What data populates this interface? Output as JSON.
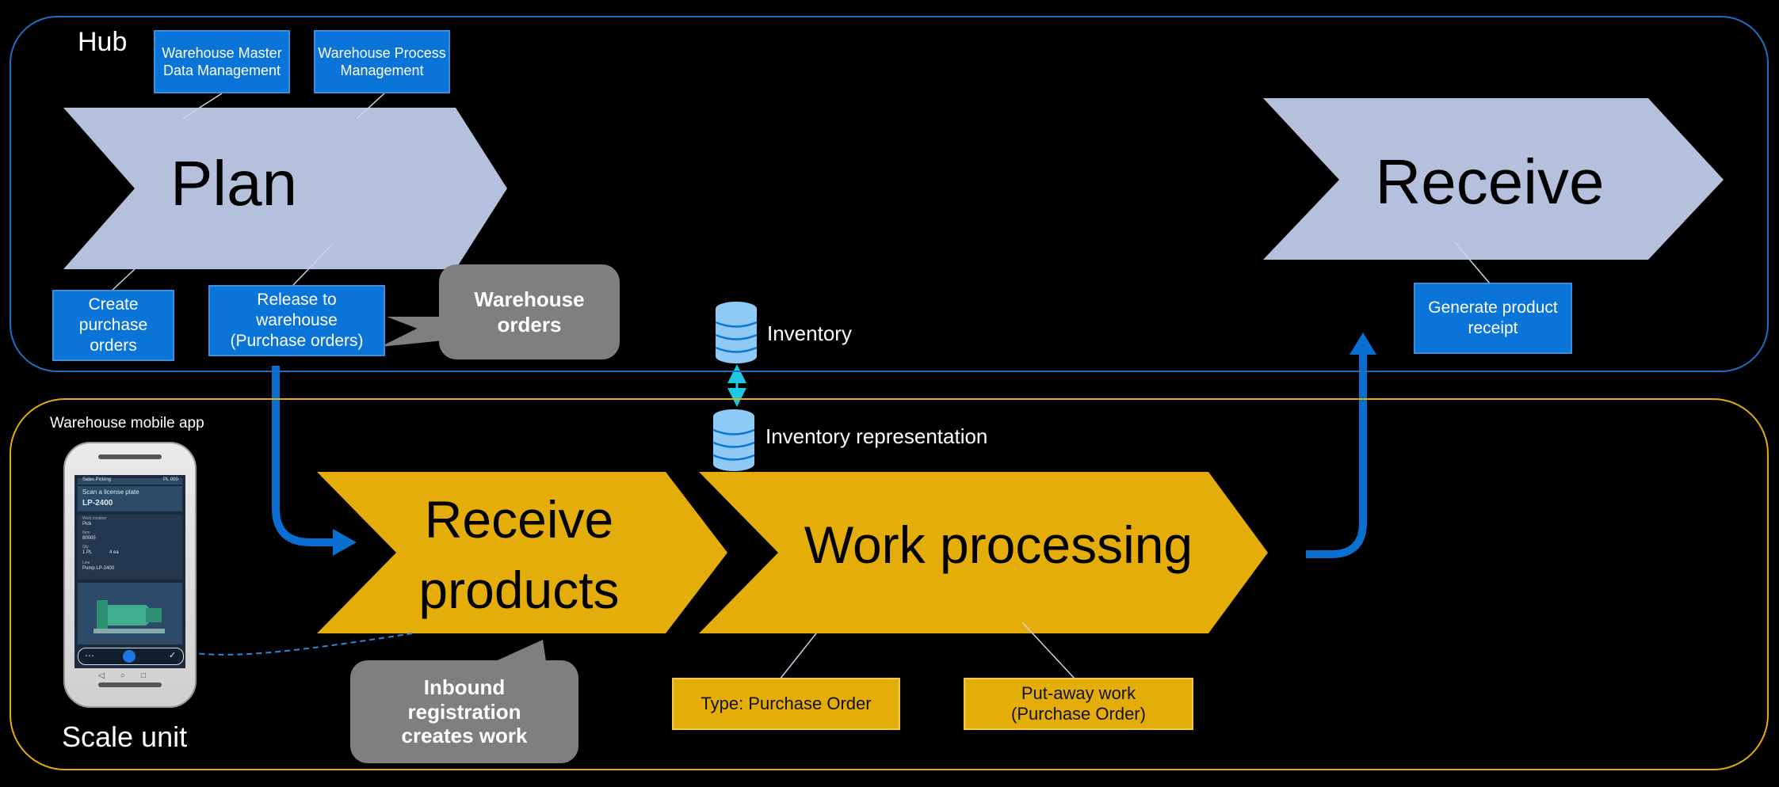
{
  "hub": {
    "title": "Hub",
    "top_boxes": [
      "Warehouse Master Data Management",
      "Warehouse Process Management"
    ],
    "plan_label": "Plan",
    "receive_label": "Receive",
    "create_po": "Create purchase orders",
    "release": "Release to warehouse (Purchase orders)",
    "warehouse_orders": "Warehouse orders",
    "generate_receipt": "Generate product receipt"
  },
  "center": {
    "inventory": "Inventory",
    "inventory_representation": "Inventory representation"
  },
  "scale_unit": {
    "title": "Scale unit",
    "mobile_app_label": "Warehouse mobile app",
    "receive_products": "Receive products",
    "work_processing": "Work processing",
    "inbound_callout": "Inbound registration creates work",
    "type_box": "Type: Purchase Order",
    "putaway_box": "Put-away work (Purchase Order)"
  },
  "phone": {
    "header": "Sales Picking",
    "header_right": "PL 000",
    "scan_label": "Scan a license plate",
    "lp_value": "LP-2400",
    "field1_label": "Work location",
    "field1_value": "Pick",
    "field2_label": "Item",
    "field2_value": "80005",
    "field3_label": "Qty",
    "field3_value": "1 PL",
    "field3_extra": "4 ea",
    "field4_label": "Line",
    "field4_value": "Pump LP-2400"
  },
  "colors": {
    "hub_border": "#1f6fc2",
    "scale_border": "#e5ad0a",
    "chevron_hub": "#b4c0dc",
    "chevron_scale": "#e5ad0a",
    "box_blue": "#0b74d8",
    "callout_gray": "#7f7f7f",
    "arrow_blue": "#0b6fd1",
    "db_blue": "#8fcaf7"
  }
}
